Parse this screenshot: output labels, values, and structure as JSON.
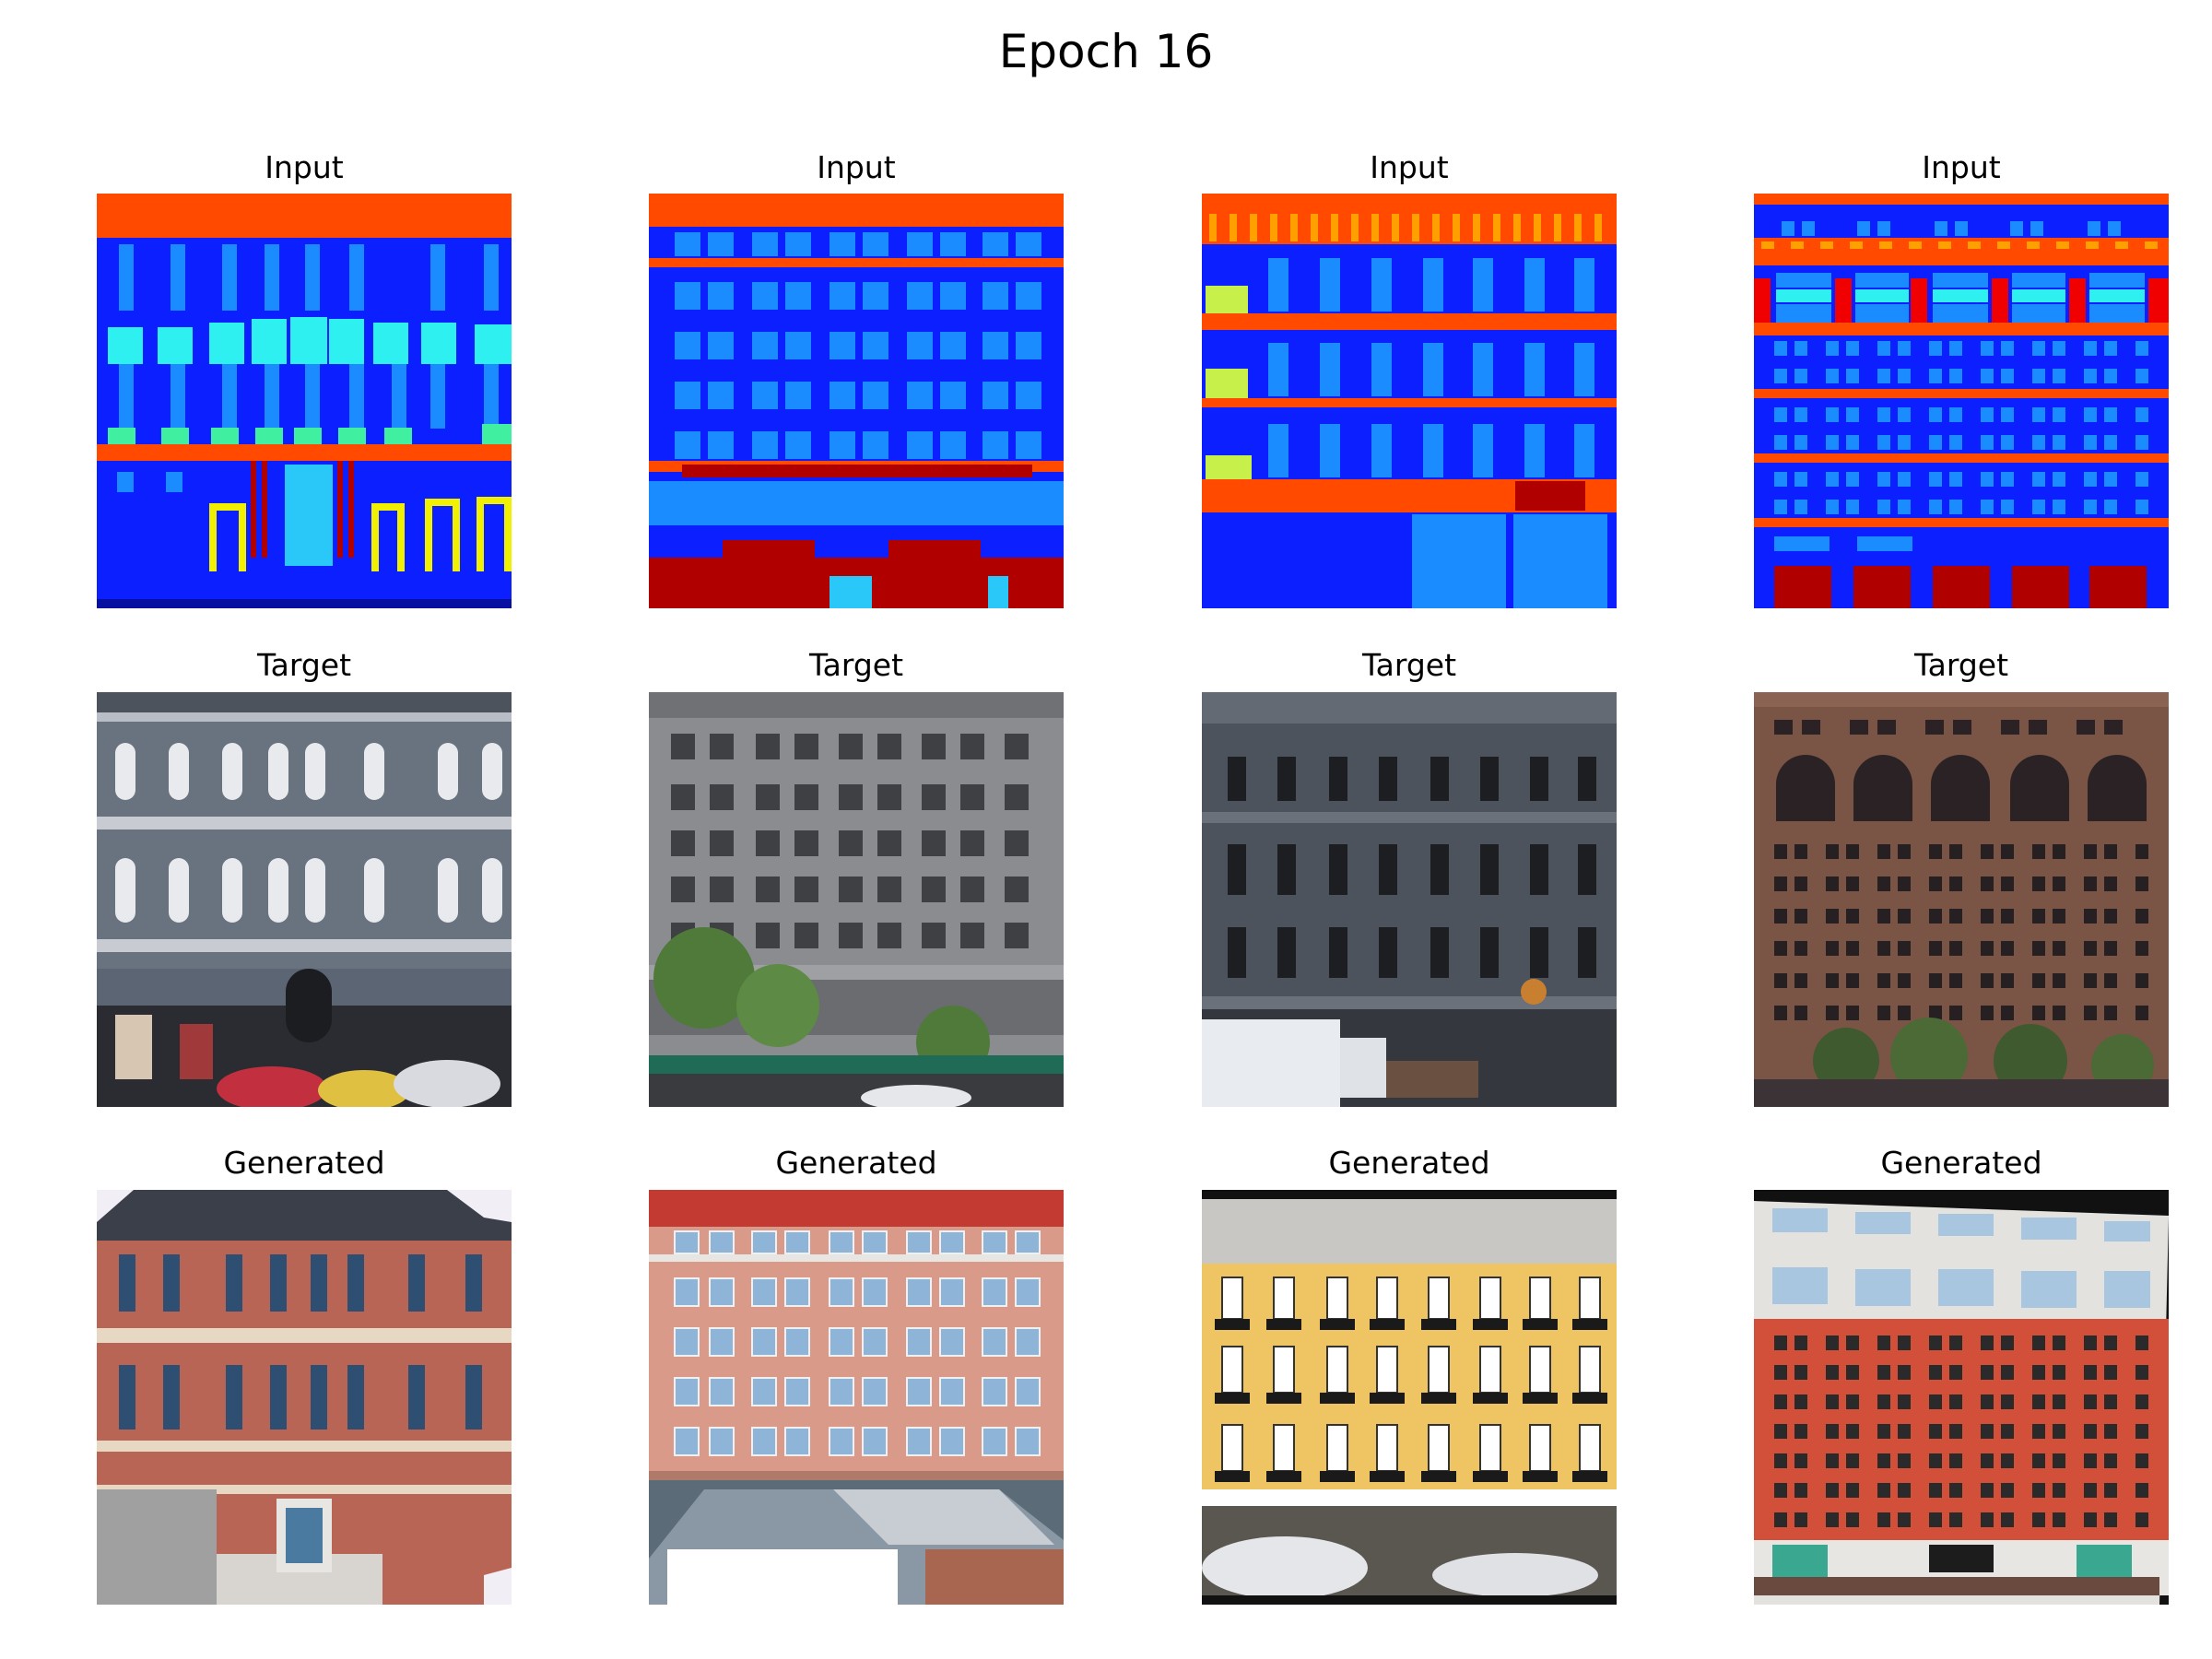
{
  "figure": {
    "title": "Epoch 16"
  },
  "rows": [
    {
      "label": "Input"
    },
    {
      "label": "Target"
    },
    {
      "label": "Generated"
    }
  ],
  "colors": {
    "label_background": "#0b1fff",
    "label_facade_edge": "#ff4a00",
    "label_window": "#1b8cff",
    "label_door": "#b00000",
    "label_balcony": "#2ff0f0",
    "label_trim": "#c8f04a"
  }
}
